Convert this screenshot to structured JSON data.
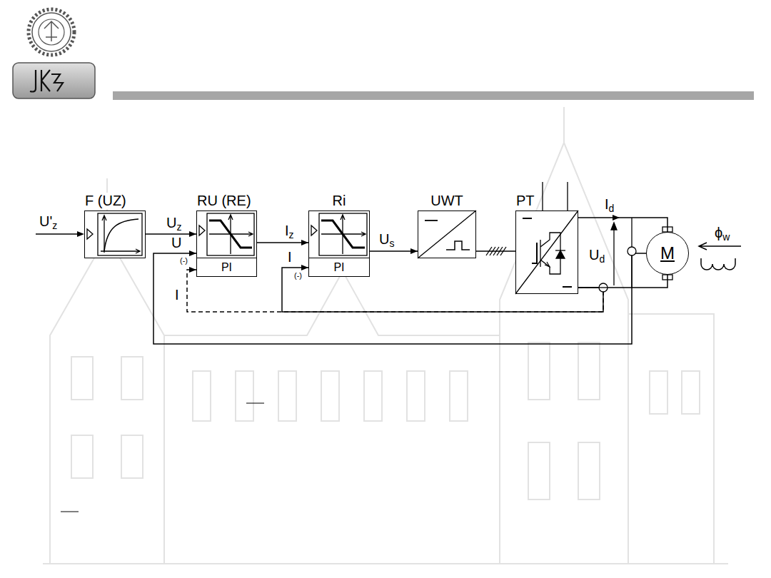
{
  "diagram": {
    "nodes": [
      {
        "text": [
          "F (UZ)"
        ]
      },
      {
        "text": [
          "RU (RE)",
          "PI"
        ]
      },
      {
        "text": [
          "Ri",
          "PI"
        ]
      },
      {
        "text": [
          "UWT"
        ]
      },
      {
        "text": [
          "PT"
        ]
      },
      {
        "text": [
          "M"
        ]
      }
    ],
    "edges": [
      {
        "from": 0,
        "to": 1,
        "arrow": "to",
        "label": "Uz"
      },
      {
        "from": 1,
        "to": 2,
        "arrow": "to",
        "label": "Iz"
      },
      {
        "from": 2,
        "to": 3,
        "arrow": "to",
        "label": "Us"
      },
      {
        "from": 3,
        "to": 4,
        "arrow": "none"
      },
      {
        "from": 4,
        "to": 5,
        "arrow": "to",
        "label": "Id"
      },
      {
        "from": 4,
        "to": 5,
        "arrow": "none"
      },
      {
        "from": 5,
        "to": 1,
        "arrow": "to",
        "label": "U"
      },
      {
        "from": 4,
        "to": 2,
        "arrow": "to",
        "label": "I"
      },
      {
        "from": 4,
        "to": 1,
        "arrow": "to",
        "label": "I"
      }
    ],
    "labels": [
      "U'z",
      "(-)",
      "(-)",
      "Ud",
      "ϕw"
    ]
  }
}
